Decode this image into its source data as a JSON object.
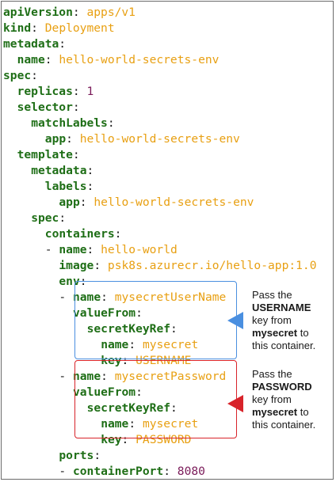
{
  "yaml": {
    "lines": [
      {
        "indent": 0,
        "key": "apiVersion",
        "value": "apps/v1",
        "vtype": "str"
      },
      {
        "indent": 0,
        "key": "kind",
        "value": "Deployment",
        "vtype": "str"
      },
      {
        "indent": 0,
        "key": "metadata",
        "value": "",
        "vtype": "none"
      },
      {
        "indent": 2,
        "key": "name",
        "value": "hello-world-secrets-env",
        "vtype": "str"
      },
      {
        "indent": 0,
        "key": "spec",
        "value": "",
        "vtype": "none"
      },
      {
        "indent": 2,
        "key": "replicas",
        "value": "1",
        "vtype": "num"
      },
      {
        "indent": 2,
        "key": "selector",
        "value": "",
        "vtype": "none"
      },
      {
        "indent": 4,
        "key": "matchLabels",
        "value": "",
        "vtype": "none"
      },
      {
        "indent": 6,
        "key": "app",
        "value": "hello-world-secrets-env",
        "vtype": "str"
      },
      {
        "indent": 2,
        "key": "template",
        "value": "",
        "vtype": "none"
      },
      {
        "indent": 4,
        "key": "metadata",
        "value": "",
        "vtype": "none"
      },
      {
        "indent": 6,
        "key": "labels",
        "value": "",
        "vtype": "none"
      },
      {
        "indent": 8,
        "key": "app",
        "value": "hello-world-secrets-env",
        "vtype": "str"
      },
      {
        "indent": 4,
        "key": "spec",
        "value": "",
        "vtype": "none"
      },
      {
        "indent": 6,
        "key": "containers",
        "value": "",
        "vtype": "none"
      },
      {
        "indent": 6,
        "dash": true,
        "key": "name",
        "value": "hello-world",
        "vtype": "str"
      },
      {
        "indent": 8,
        "key": "image",
        "value": "psk8s.azurecr.io/hello-app:1.0",
        "vtype": "str"
      },
      {
        "indent": 8,
        "key": "env",
        "value": "",
        "vtype": "none"
      },
      {
        "indent": 8,
        "dash": true,
        "key": "name",
        "value": "mysecretUserName",
        "vtype": "str"
      },
      {
        "indent": 10,
        "key": "valueFrom",
        "value": "",
        "vtype": "none"
      },
      {
        "indent": 12,
        "key": "secretKeyRef",
        "value": "",
        "vtype": "none"
      },
      {
        "indent": 14,
        "key": "name",
        "value": "mysecret",
        "vtype": "str"
      },
      {
        "indent": 14,
        "key": "key",
        "value": "USERNAME",
        "vtype": "str"
      },
      {
        "indent": 8,
        "dash": true,
        "key": "name",
        "value": "mysecretPassword",
        "vtype": "str"
      },
      {
        "indent": 10,
        "key": "valueFrom",
        "value": "",
        "vtype": "none"
      },
      {
        "indent": 12,
        "key": "secretKeyRef",
        "value": "",
        "vtype": "none"
      },
      {
        "indent": 14,
        "key": "name",
        "value": "mysecret",
        "vtype": "str"
      },
      {
        "indent": 14,
        "key": "key",
        "value": "PASSWORD",
        "vtype": "str"
      },
      {
        "indent": 8,
        "key": "ports",
        "value": "",
        "vtype": "none"
      },
      {
        "indent": 8,
        "dash": true,
        "key": "containerPort",
        "value": "8080",
        "vtype": "num"
      }
    ]
  },
  "annotations": {
    "username": {
      "line1": "Pass the",
      "bold1": "USERNAME",
      "line2": "key from",
      "bold2": "mysecret",
      "line3": " to",
      "line4": "this container."
    },
    "password": {
      "line1": "Pass the",
      "bold1": "PASSWORD",
      "line2": "key from",
      "bold2": "mysecret",
      "line3": " to",
      "line4": "this container."
    }
  },
  "colors": {
    "key": "#1e6e16",
    "string_value": "#e8a013",
    "number_value": "#7a1a59",
    "username_box": "#4a8fe0",
    "password_box": "#d8232a"
  }
}
